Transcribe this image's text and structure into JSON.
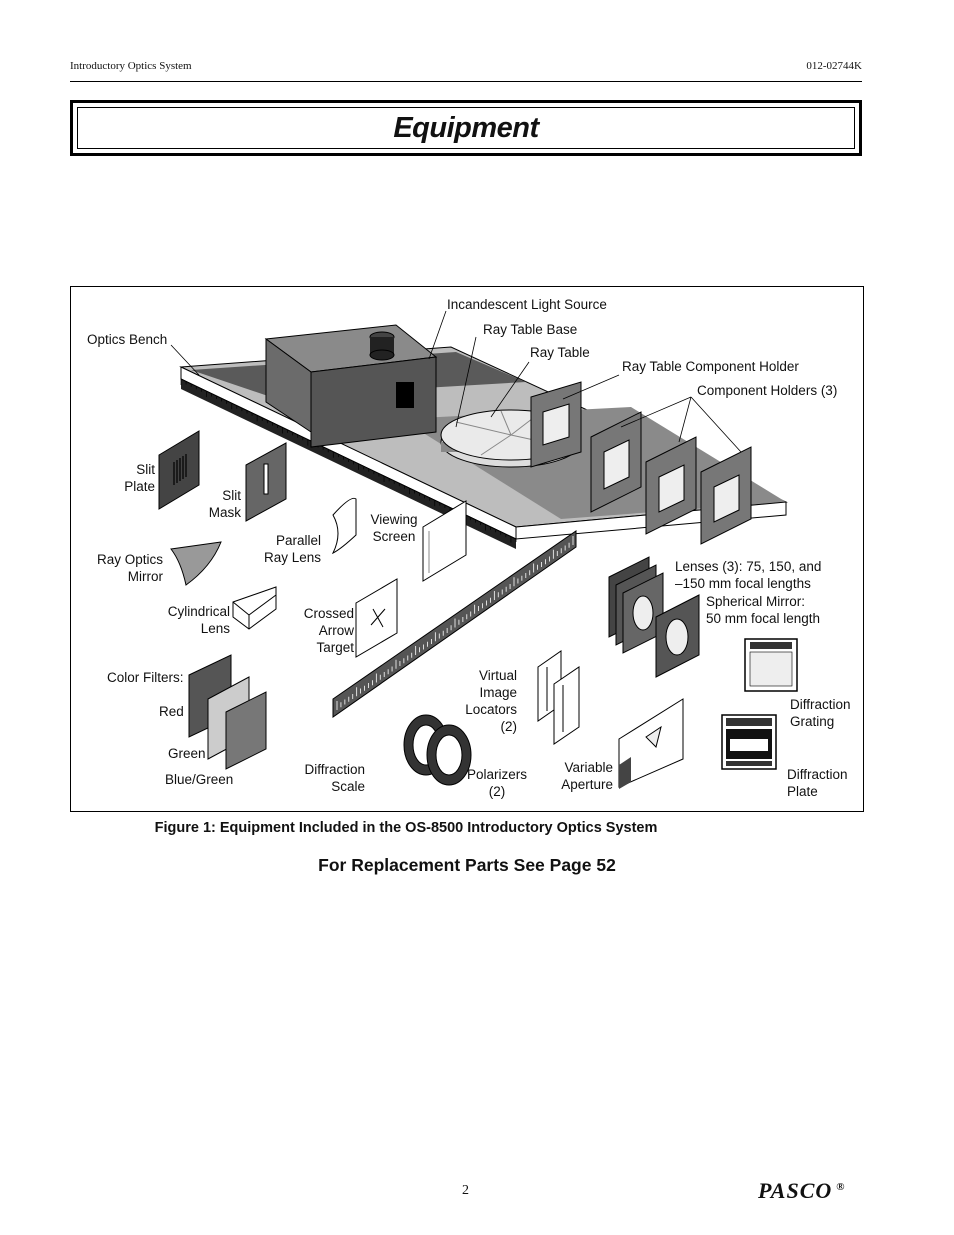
{
  "header": {
    "left": "Introductory  Optics  System",
    "right": "012-02744K"
  },
  "title": "Equipment",
  "figure": {
    "labels": {
      "incandescent_light_source": "Incandescent Light Source",
      "ray_table_base": "Ray Table Base",
      "ray_table": "Ray  Table",
      "ray_table_component_holder": "Ray Table Component Holder",
      "component_holders": "Component Holders (3)",
      "optics_bench": "Optics Bench",
      "slit_plate": "Slit\nPlate",
      "slit_mask": "Slit\nMask",
      "viewing_screen": "Viewing\nScreen",
      "parallel_ray_lens": "Parallel\nRay Lens",
      "ray_optics_mirror": "Ray Optics\nMirror",
      "cylindrical_lens": "Cylindrical\nLens",
      "crossed_arrow_target": "Crossed\nArrow\nTarget",
      "lenses": "Lenses (3):  75, 150, and\n–150 mm focal lengths",
      "spherical_mirror": "Spherical Mirror:\n50 mm focal length",
      "color_filters": "Color Filters:",
      "red": "Red",
      "green": "Green",
      "blue_green": "Blue/Green",
      "virtual_image_locators": "Virtual\nImage\nLocators\n(2)",
      "diffraction_grating": "Diffraction\nGrating",
      "diffraction_scale": "Diffraction\nScale",
      "polarizers": "Polarizers\n(2)",
      "variable_aperture": "Variable\nAperture",
      "diffraction_plate": "Diffraction\nPlate"
    },
    "caption": "Figure 1:  Equipment Included in the OS-8500 Introductory Optics System"
  },
  "replacement_note": "For Replacement Parts See Page 52",
  "footer": {
    "page_number": "2",
    "logo": "PASCO",
    "registered": "®"
  }
}
